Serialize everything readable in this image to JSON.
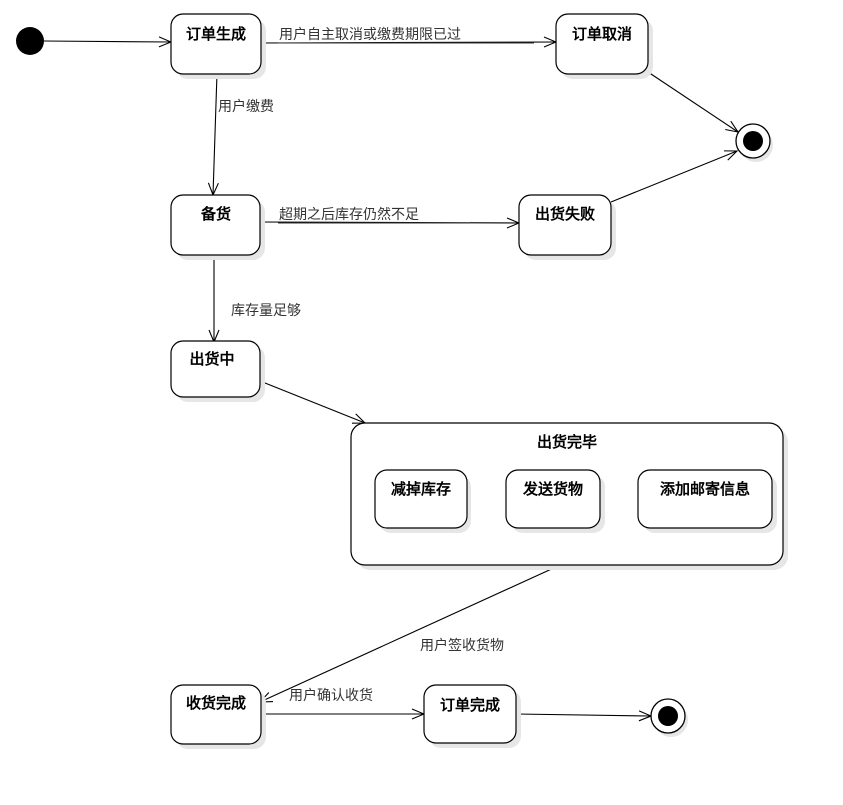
{
  "states": {
    "order_created": "订单生成",
    "order_cancelled": "订单取消",
    "stocking": "备货",
    "ship_failed": "出货失败",
    "shipping": "出货中",
    "shipped_done": "出货完毕",
    "reduce_stock": "减掉库存",
    "send_goods": "发送货物",
    "add_mail_info": "添加邮寄信息",
    "receipt_done": "收货完成",
    "order_done": "订单完成"
  },
  "transitions": {
    "cancel_or_expired": "用户自主取消或缴费期限已过",
    "user_pays": "用户缴费",
    "overdue_stock_short": "超期之后库存仍然不足",
    "stock_enough": "库存量足够",
    "user_signs": "用户签收货物",
    "user_confirms": "用户确认收货"
  }
}
